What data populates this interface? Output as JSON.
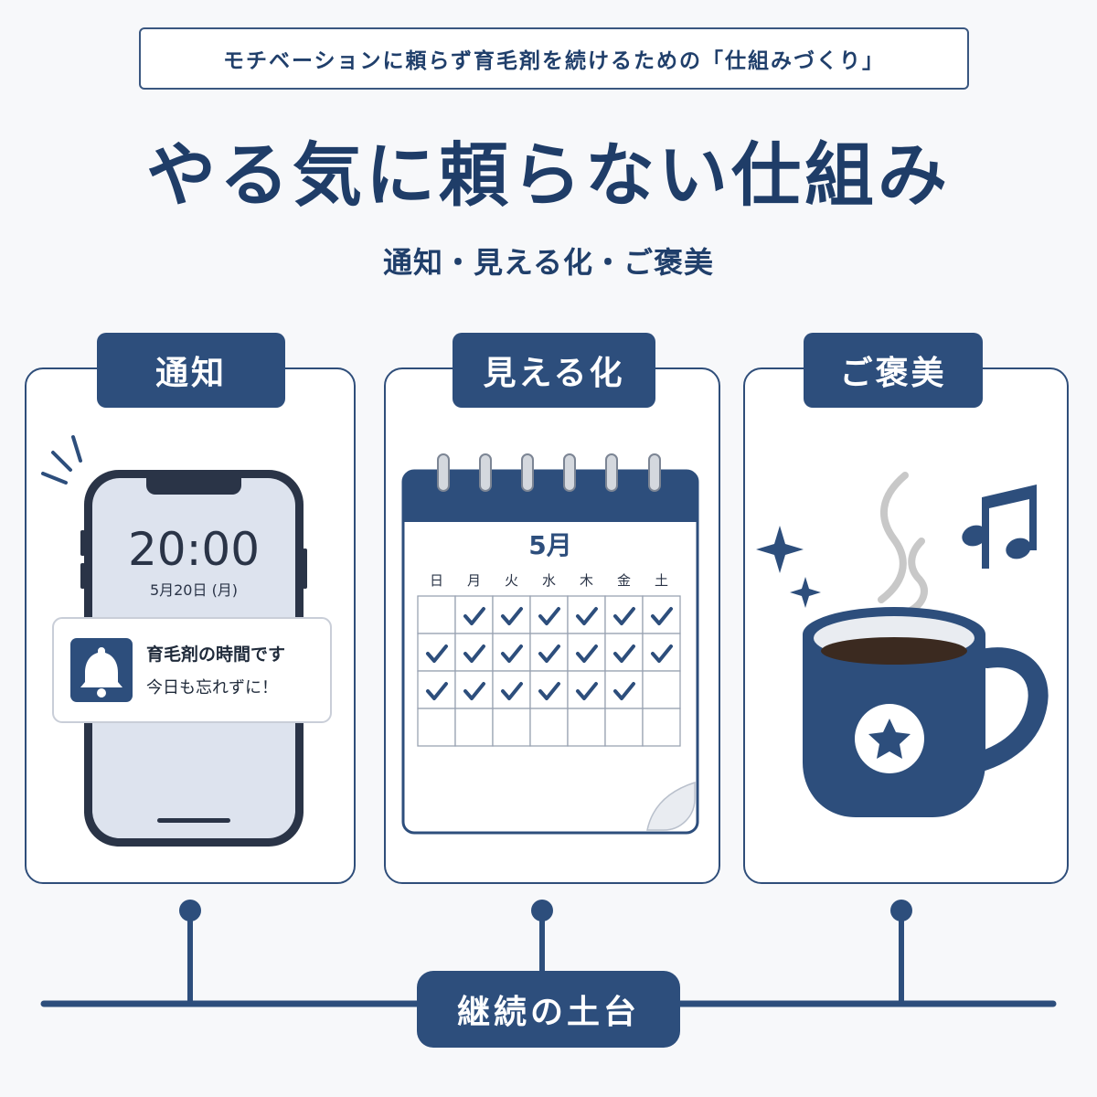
{
  "header": {
    "banner": "モチベーションに頼らず育毛剤を続けるための「仕組みづくり」",
    "title": "やる気に頼らない仕組み",
    "subtitle": "通知・見える化・ご褒美"
  },
  "cards": [
    {
      "label": "通知",
      "phone": {
        "time": "20:00",
        "date": "5月20日 (月)",
        "notification_title": "育毛剤の時間です",
        "notification_body": "今日も忘れずに！",
        "icon": "bell-icon"
      }
    },
    {
      "label": "見える化",
      "calendar": {
        "month": "5月",
        "weekdays": [
          "日",
          "月",
          "火",
          "水",
          "木",
          "金",
          "土"
        ],
        "rows": [
          [
            false,
            true,
            true,
            true,
            true,
            true,
            true
          ],
          [
            true,
            true,
            true,
            true,
            true,
            true,
            true
          ],
          [
            true,
            true,
            true,
            true,
            true,
            true,
            false
          ],
          [
            false,
            false,
            false,
            false,
            false,
            false,
            false
          ]
        ],
        "icon": "check-icon"
      }
    },
    {
      "label": "ご褒美",
      "icons": [
        "coffee-mug-icon",
        "music-note-icon",
        "sparkle-icon",
        "star-icon",
        "steam-icon"
      ]
    }
  ],
  "foundation": {
    "label": "継続の土台"
  },
  "colors": {
    "navy": "#2d4e7c",
    "dark_navy": "#1f3d68",
    "phone_screen": "#dde3ee",
    "background": "#f7f8fa",
    "steam": "#c8c8c8"
  }
}
